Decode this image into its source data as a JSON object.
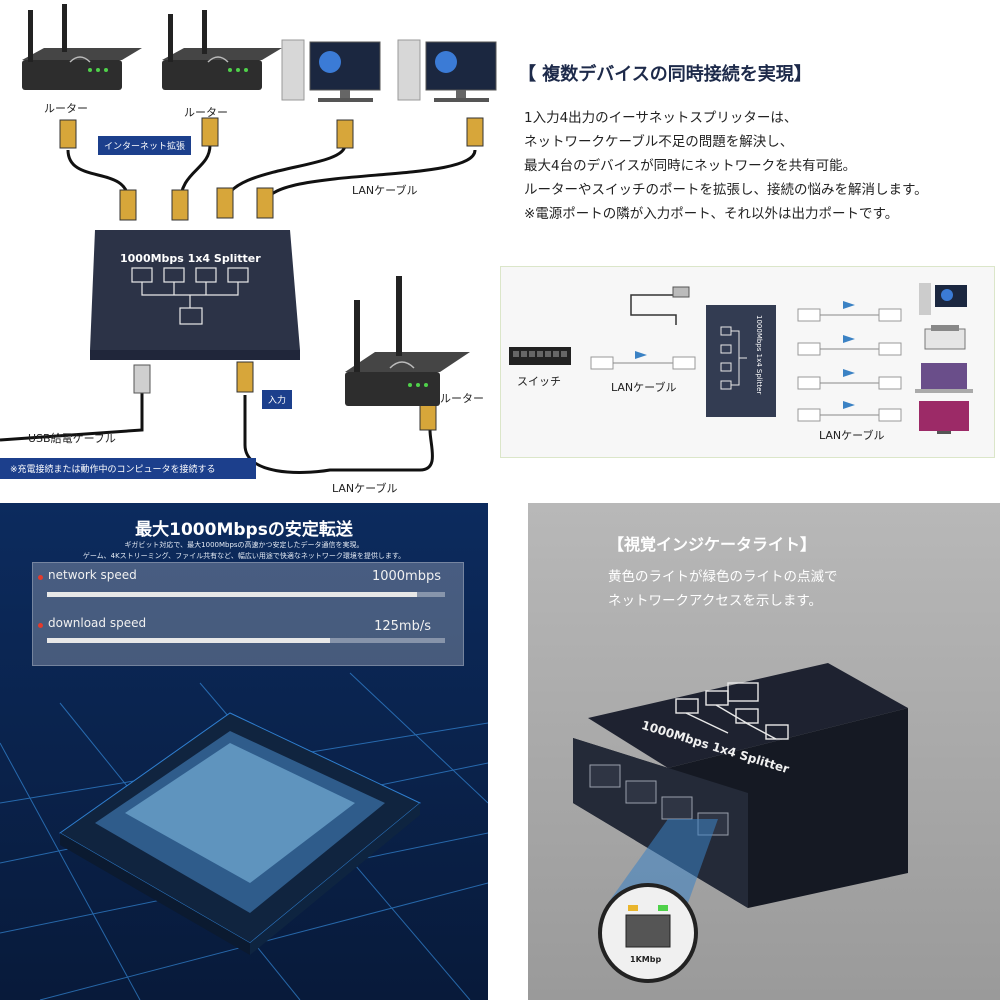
{
  "diagram_top": {
    "router_label_left": "ルーター",
    "router_label_mid": "ルーター",
    "router_label_right": "ルーター",
    "internet_extension_tag": "インターネット拡張",
    "lan_cable_top": "LANケーブル",
    "device_label": "1000Mbps 1x4 Splitter",
    "input_tag": "入力",
    "usb_cable_label": "USB給電ケーブル",
    "power_note": "※充電接続または動作中のコンピュータを接続する",
    "lan_cable_bottom": "LANケーブル"
  },
  "feature_text": {
    "title": "【 複数デバイスの同時接続を実現】",
    "lines": [
      "1入力4出力のイーサネットスプリッターは、",
      "ネットワークケーブル不足の問題を解決し、",
      "最大4台のデバイスが同時にネットワークを共有可能。",
      "ルーターやスイッチのポートを拡張し、接続の悩みを解消します。",
      "※電源ポートの隣が入力ポート、それ以外は出力ポートです。"
    ]
  },
  "diagram_mid": {
    "switch_label": "スイッチ",
    "lan_cable_left": "LANケーブル",
    "device_label": "1000Mbps 1x4 Splitter",
    "lan_cable_right": "LANケーブル"
  },
  "speed": {
    "title": "最大1000Mbpsの安定転送",
    "sub1": "ギガビット対応で、最大1000Mbpsの高速かつ安定したデータ通信を実現。",
    "sub2": "ゲーム、4Kストリーミング、ファイル共有など、幅広い用途で快適なネットワーク環境を提供します。",
    "metrics": [
      {
        "label": "network speed",
        "value": "1000mbps",
        "fill": 0.93
      },
      {
        "label": "download speed",
        "value": "125mb/s",
        "fill": 0.71
      }
    ]
  },
  "indicator": {
    "title": "【視覚インジケータライト】",
    "lines": [
      "黄色のライトが緑色のライトの点滅で",
      "ネットワークアクセスを示します。"
    ],
    "device_label": "1000Mbps 1x4 Splitter",
    "port_label": "1KMbp"
  },
  "colors": {
    "navy": "#1c3f8c",
    "device_body": "#2c3347",
    "led_green": "#4fd14a",
    "led_amber": "#e9b52c",
    "dot_red": "#e53a2b"
  }
}
